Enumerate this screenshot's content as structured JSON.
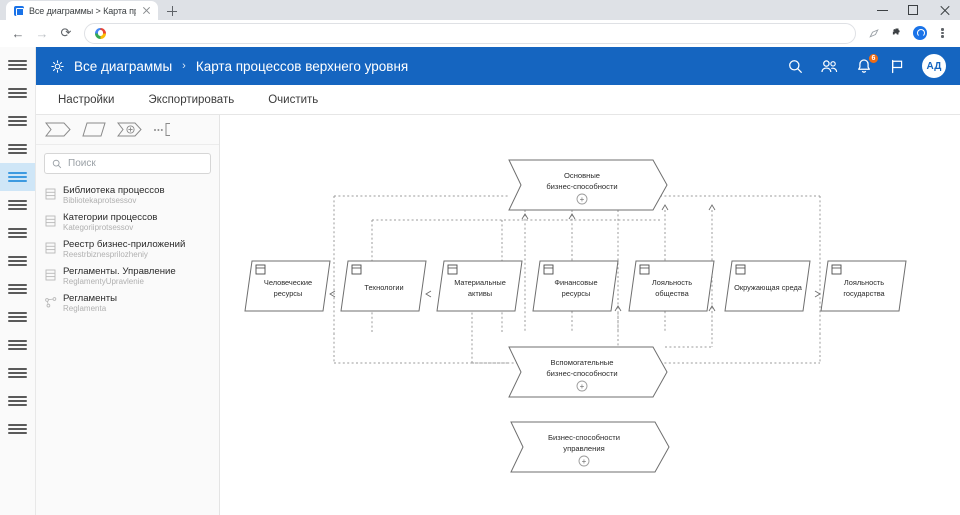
{
  "browser": {
    "tab": {
      "title": "Все диаграммы > Карта процес",
      "favicon": "diagram-favicon",
      "close_icon": "close-icon"
    },
    "new_tab_icon": "plus-icon",
    "window_controls": [
      "minimize-icon",
      "maximize-icon",
      "close-icon"
    ],
    "nav": {
      "back_icon": "back-arrow-icon",
      "forward_icon": "forward-arrow-icon",
      "reload_icon": "reload-icon"
    },
    "omnibox": {
      "value": "",
      "placeholder": "",
      "favicon": "google-g-icon"
    },
    "toolbar_icons": [
      "bookmark-icon",
      "extensions-puzzle-icon",
      "profile-icon",
      "more-menu-icon"
    ]
  },
  "rail": {
    "items": [
      {
        "icon": "menu-icon",
        "active": false
      },
      {
        "icon": "menu-icon",
        "active": false
      },
      {
        "icon": "menu-icon",
        "active": false
      },
      {
        "icon": "menu-icon",
        "active": false
      },
      {
        "icon": "menu-icon",
        "active": true
      },
      {
        "icon": "menu-icon",
        "active": false
      },
      {
        "icon": "menu-icon",
        "active": false
      },
      {
        "icon": "menu-icon",
        "active": false
      },
      {
        "icon": "menu-icon",
        "active": false
      },
      {
        "icon": "menu-icon",
        "active": false
      },
      {
        "icon": "menu-icon",
        "active": false
      },
      {
        "icon": "menu-icon",
        "active": false
      },
      {
        "icon": "menu-icon",
        "active": false
      },
      {
        "icon": "menu-icon",
        "active": false
      }
    ]
  },
  "appbar": {
    "gear_icon": "gear-icon",
    "breadcrumb_root": "Все диаграммы",
    "breadcrumb_sep": "›",
    "breadcrumb_current": "Карта процессов верхнего уровня",
    "search_icon": "search-icon",
    "people_icon": "people-icon",
    "bell_icon": "bell-icon",
    "notification_count": "6",
    "flag_icon": "flag-icon",
    "avatar_initials": "АД",
    "bg_color": "#1565c0",
    "badge_color": "#ef6c14"
  },
  "menubar": {
    "items": [
      {
        "label": "Настройки"
      },
      {
        "label": "Экспортировать"
      },
      {
        "label": "Очистить"
      }
    ]
  },
  "panel": {
    "shape_tools": [
      {
        "name": "chevron-shape-tool"
      },
      {
        "name": "parallelogram-shape-tool"
      },
      {
        "name": "chevron-plus-shape-tool"
      },
      {
        "name": "more-shapes-tool"
      }
    ],
    "search": {
      "placeholder": "Поиск",
      "value": "",
      "icon": "search-icon"
    },
    "tree": [
      {
        "title": "Библиотека процессов",
        "sub": "Bibliotekaprotsessov",
        "icon": "database-icon"
      },
      {
        "title": "Категории процессов",
        "sub": "Kategoriiprotsessov",
        "icon": "database-icon"
      },
      {
        "title": "Реестр бизнес-приложений",
        "sub": "Reestrbiznesprilozheniy",
        "icon": "database-icon"
      },
      {
        "title": "Регламенты. Управление",
        "sub": "ReglamentyUpravlenie",
        "icon": "database-icon"
      },
      {
        "title": "Регламенты",
        "sub": "Reglamenta",
        "icon": "relation-icon"
      }
    ]
  },
  "diagram": {
    "top_node": {
      "line1": "Основные",
      "line2": "бизнес-способности",
      "expander": "+"
    },
    "bottom_node": {
      "line1": "Вспомогательные",
      "line2": "бизнес-способности",
      "expander": "+"
    },
    "mgmt_node": {
      "line1": "Бизнес-способности",
      "line2": "управления",
      "expander": "+"
    },
    "resources": [
      {
        "line1": "Человеческие",
        "line2": "ресурсы",
        "icon": "resource-icon"
      },
      {
        "line1": "Технологии",
        "line2": "",
        "icon": "resource-icon"
      },
      {
        "line1": "Материальные",
        "line2": "активы",
        "icon": "resource-icon"
      },
      {
        "line1": "Финансовые",
        "line2": "ресурсы",
        "icon": "resource-icon"
      },
      {
        "line1": "Лояльность",
        "line2": "общества",
        "icon": "resource-icon"
      },
      {
        "line1": "Окружающая среда",
        "line2": "",
        "icon": "resource-icon"
      },
      {
        "line1": "Лояльность",
        "line2": "государства",
        "icon": "resource-icon"
      }
    ]
  }
}
